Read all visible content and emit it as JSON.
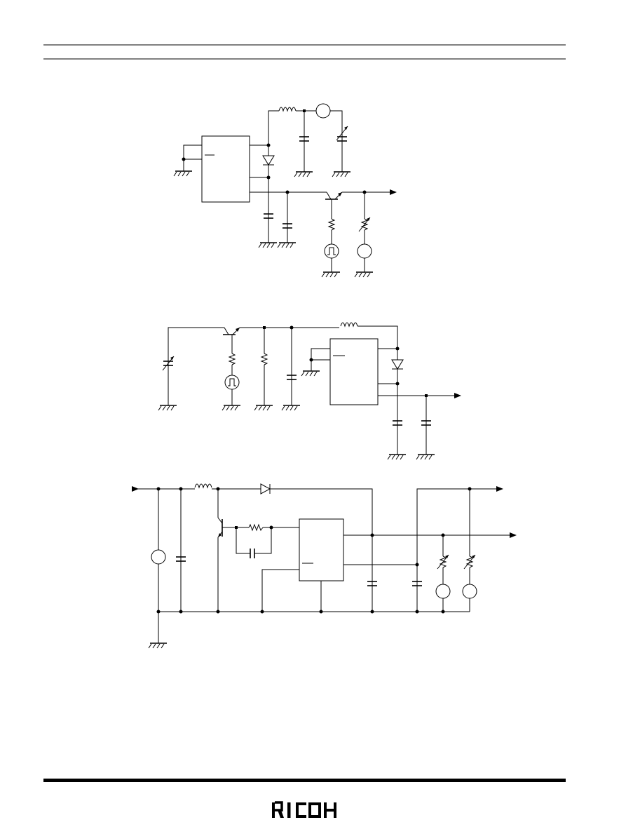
{
  "page": {
    "header_rule": "double-line",
    "footer_rule": "thick-line"
  },
  "diagrams": [
    {
      "id": "circuit-1",
      "kind": "test-circuit"
    },
    {
      "id": "circuit-2",
      "kind": "test-circuit"
    },
    {
      "id": "circuit-3",
      "kind": "test-circuit"
    }
  ],
  "logo": {
    "text": "RICOH",
    "kind": "brand-logo"
  },
  "colors": {
    "ink": "#000000",
    "paper": "#ffffff"
  }
}
